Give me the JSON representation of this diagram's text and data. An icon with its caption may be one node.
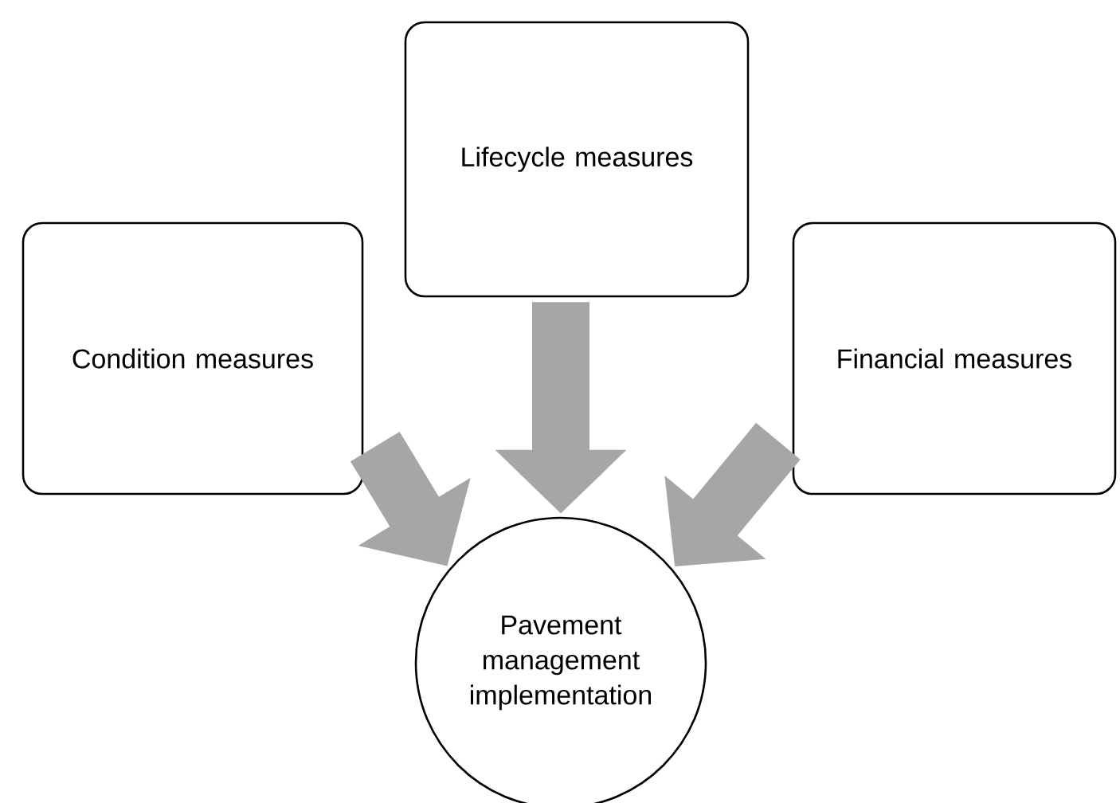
{
  "diagram": {
    "nodes": [
      {
        "text": [
          "Lifecycle measures"
        ]
      },
      {
        "text": [
          "Condition measures"
        ]
      },
      {
        "text": [
          "Financial measures"
        ]
      },
      {
        "text": [
          "Pavement management implementation"
        ]
      }
    ],
    "edges": [
      {
        "from": 0,
        "to": 3,
        "arrow": "to"
      },
      {
        "from": 1,
        "to": 3,
        "arrow": "to"
      },
      {
        "from": 2,
        "to": 3,
        "arrow": "to"
      }
    ]
  }
}
